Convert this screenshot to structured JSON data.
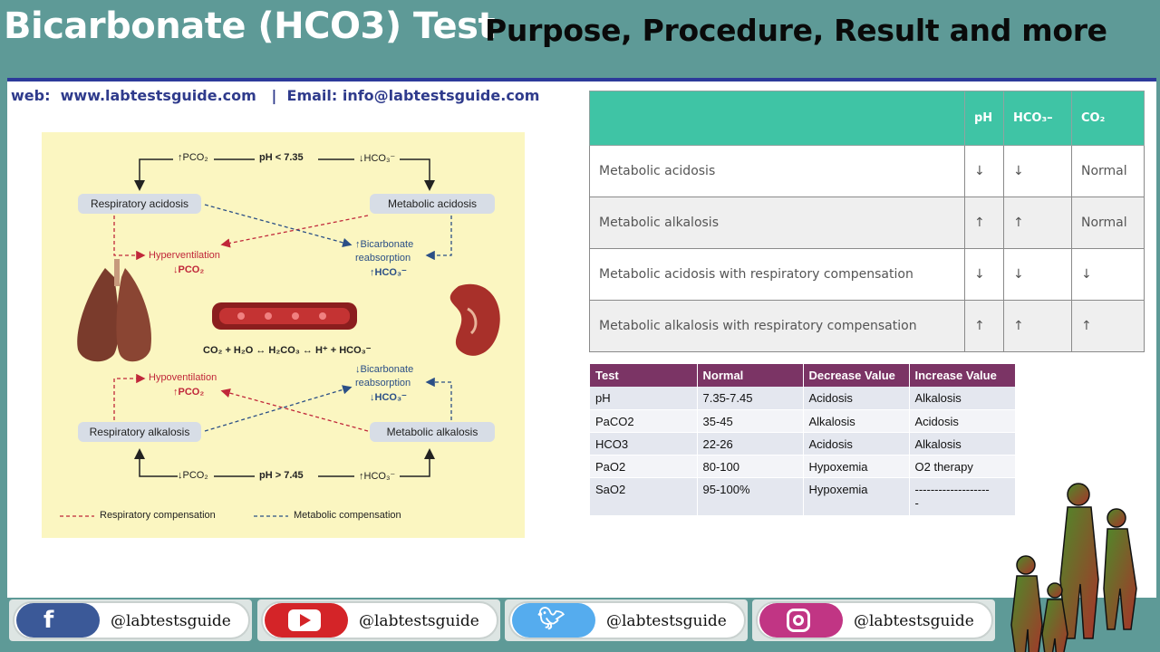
{
  "header": {
    "title_main": "Bicarbonate (HCO3) Test",
    "title_sub": "Purpose, Procedure, Result and more"
  },
  "contact": "web:  www.labtestsguide.com   |  Email: info@labtestsguide.com",
  "diagram": {
    "top_pco2": "↑PCO₂",
    "top_ph": "pH < 7.35",
    "top_hco3": "↓HCO₃⁻",
    "resp_acidosis": "Respiratory acidosis",
    "metab_acidosis": "Metabolic acidosis",
    "hyperventilation": "Hyperventilation",
    "hyper_pco2": "↓PCO₂",
    "bicarb_reabs_up_1": "↑Bicarbonate",
    "bicarb_reabs_up_2": "reabsorption",
    "bicarb_reabs_up_3": "↑HCO₃⁻",
    "equation": "CO₂ + H₂O ↔ H₂CO₃ ↔ H⁺ + HCO₃⁻",
    "hypoventilation": "Hypoventilation",
    "hypo_pco2": "↑PCO₂",
    "bicarb_reabs_down_1": "↓Bicarbonate",
    "bicarb_reabs_down_2": "reabsorption",
    "bicarb_reabs_down_3": "↓HCO₃⁻",
    "resp_alkalosis": "Respiratory alkalosis",
    "metab_alkalosis": "Metabolic alkalosis",
    "bottom_pco2": "↓PCO₂",
    "bottom_ph": "pH > 7.45",
    "bottom_hco3": "↑HCO₃⁻",
    "legend_resp": "Respiratory compensation",
    "legend_metab": "Metabolic compensation",
    "colors": {
      "respiratory": "#c0273a",
      "metabolic": "#2b4f86",
      "background": "#fbf6c1"
    }
  },
  "table1": {
    "headers": [
      "",
      "pH",
      "HCO₃–",
      "CO₂"
    ],
    "rows": [
      [
        "Metabolic acidosis",
        "↓",
        "↓",
        "Normal"
      ],
      [
        "Metabolic alkalosis",
        "↑",
        "↑",
        "Normal"
      ],
      [
        "Metabolic acidosis with respiratory compensation",
        "↓",
        "↓",
        "↓"
      ],
      [
        "Metabolic alkalosis with respiratory compensation",
        "↑",
        "↑",
        "↑"
      ]
    ]
  },
  "table2": {
    "headers": [
      "Test",
      "Normal",
      "Decrease Value",
      "Increase Value"
    ],
    "rows": [
      [
        "pH",
        "7.35-7.45",
        "Acidosis",
        "Alkalosis"
      ],
      [
        "PaCO2",
        "35-45",
        "Alkalosis",
        "Acidosis"
      ],
      [
        "HCO3",
        "22-26",
        "Acidosis",
        "Alkalosis"
      ],
      [
        "PaO2",
        "80-100",
        "Hypoxemia",
        "O2 therapy"
      ],
      [
        "SaO2",
        "95-100%",
        "Hypoxemia",
        "-------------------\n-"
      ]
    ]
  },
  "social": [
    {
      "network": "facebook",
      "icon": "facebook-icon",
      "handle": "@labtestsguide",
      "color": "#3b5998"
    },
    {
      "network": "youtube",
      "icon": "youtube-icon",
      "handle": "@labtestsguide",
      "color": "#d42428"
    },
    {
      "network": "twitter",
      "icon": "twitter-icon",
      "handle": "@labtestsguide",
      "color": "#55acee"
    },
    {
      "network": "instagram",
      "icon": "instagram-icon",
      "handle": "@labtestsguide",
      "color": "#c13584"
    }
  ]
}
